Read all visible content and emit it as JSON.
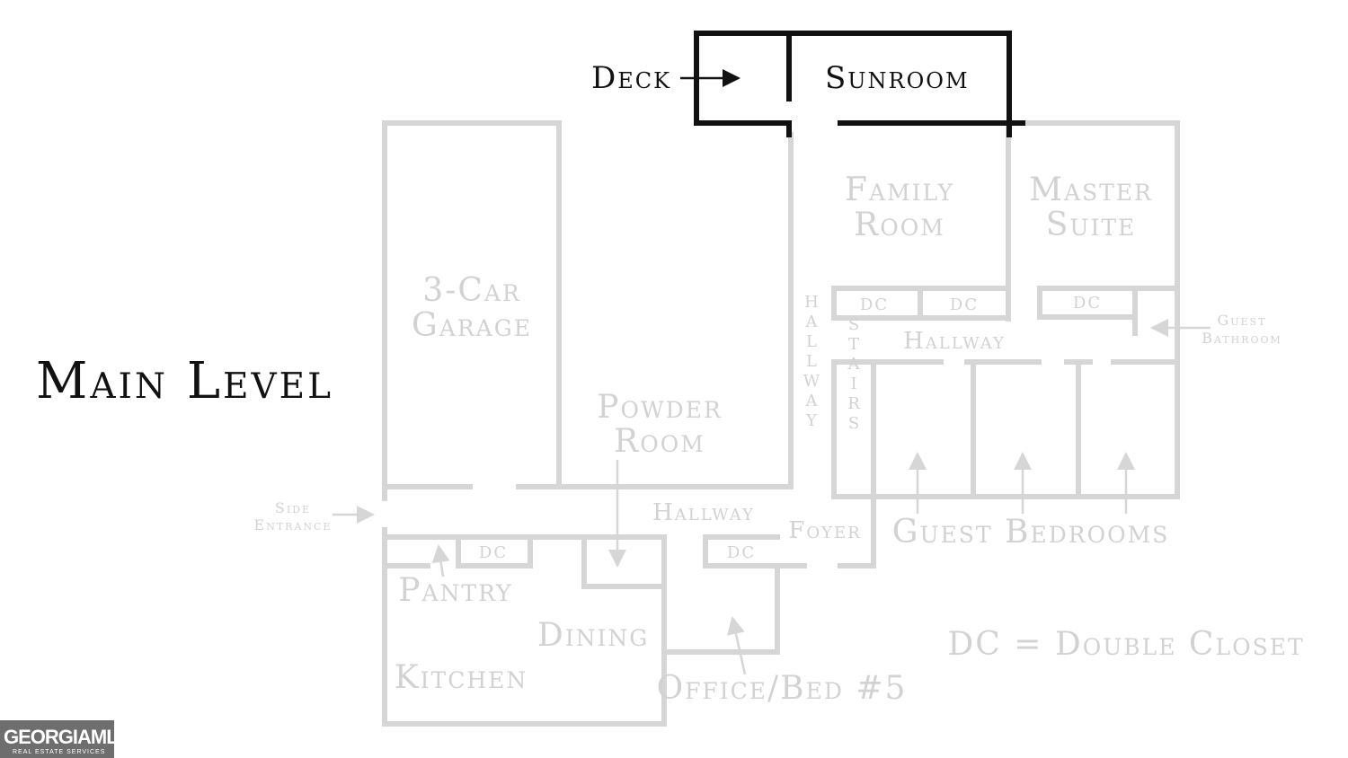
{
  "title": "Main Level",
  "labels": {
    "deck": "Deck",
    "sunroom": "Sunroom",
    "family_room_1": "Family",
    "family_room_2": "Room",
    "master_suite_1": "Master",
    "master_suite_2": "Suite",
    "garage_1": "3-Car",
    "garage_2": "Garage",
    "powder_1": "Powder",
    "powder_2": "Room",
    "hallway_top": "Hallway",
    "hallway_bottom": "Hallway",
    "hallway_vertical": "HALLWAY",
    "stairs_vertical": "STAIRS",
    "guest_bath_1": "Guest",
    "guest_bath_2": "Bathroom",
    "side_entrance_1": "Side",
    "side_entrance_2": "Entrance",
    "foyer": "Foyer",
    "guest_bedrooms": "Guest Bedrooms",
    "pantry": "Pantry",
    "dining": "Dining",
    "kitchen": "Kitchen",
    "office": "Office/Bed #5",
    "legend": "DC = Double Closet",
    "dc": "DC"
  },
  "logo": {
    "main": "GEORGIAMLS",
    "sub": "REAL ESTATE SERVICES"
  },
  "colors": {
    "highlight": "#111111",
    "muted": "#d6d6d6"
  }
}
